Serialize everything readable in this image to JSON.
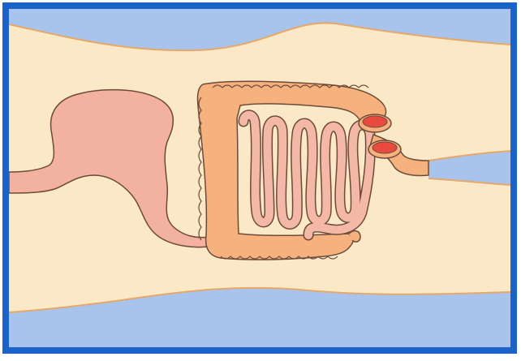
{
  "diagram": {
    "kind": "digestive-tract-illustration",
    "parts": [
      "stomach",
      "small-intestine",
      "large-intestine",
      "appendix",
      "stoma-opening",
      "stoma-opening"
    ]
  },
  "colors": {
    "frame": "#1c63c9",
    "background": "#fbe8c7",
    "fluid": "#a8c4ec",
    "organ_outline": "#6e4a3a",
    "stomach": "#f2b29f",
    "small_intestine": "#f4b8a6",
    "large_intestine": "#f5b27e",
    "stoma": "#e84a3e",
    "paper": "#ffffff"
  }
}
